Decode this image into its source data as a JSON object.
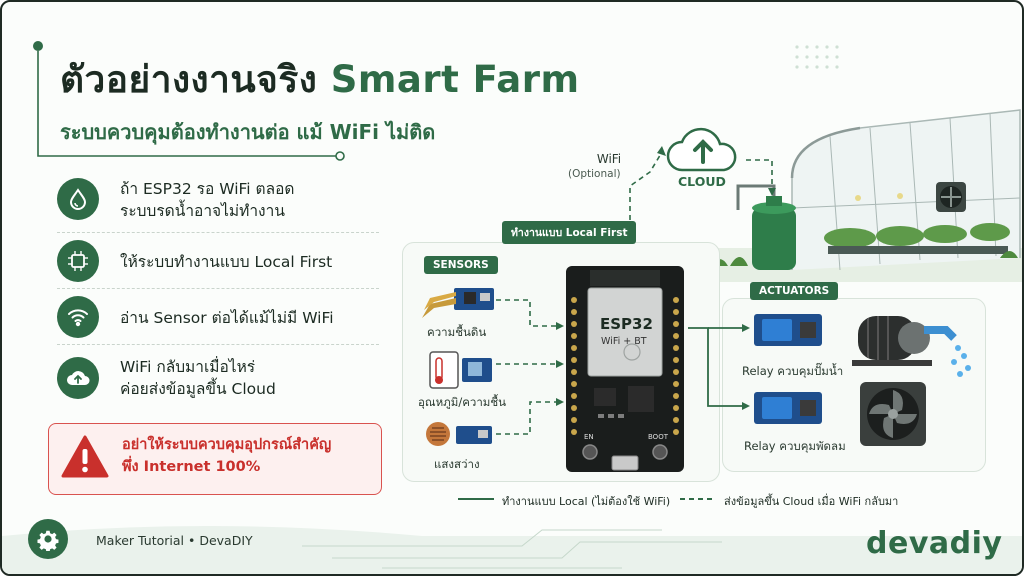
{
  "header": {
    "title_main": "ตัวอย่างงานจริง ",
    "title_accent": "Smart Farm",
    "subtitle": "ระบบควบคุมต้องทำงานต่อ แม้ WiFi ไม่ติด"
  },
  "features": [
    {
      "icon": "water-drop-icon",
      "line1": "ถ้า ESP32 รอ WiFi ตลอด",
      "line2": "ระบบรดน้ำอาจไม่ทำงาน"
    },
    {
      "icon": "chip-icon",
      "line1": "ให้ระบบทำงานแบบ Local First",
      "line2": ""
    },
    {
      "icon": "wifi-icon",
      "line1": "อ่าน Sensor ต่อได้แม้ไม่มี WiFi",
      "line2": ""
    },
    {
      "icon": "cloud-upload-icon",
      "line1": "WiFi กลับมาเมื่อไหร่",
      "line2": "ค่อยส่งข้อมูลขึ้น Cloud"
    }
  ],
  "warning": {
    "icon": "warning-triangle-icon",
    "line1": "อย่าให้ระบบควบคุมอุปกรณ์สำคัญ",
    "line2": "พึ่ง Internet 100%"
  },
  "diagram": {
    "wifi_label": "WiFi",
    "wifi_note": "(Optional)",
    "cloud_label": "CLOUD",
    "local_first_tag": "ทำงานแบบ Local First",
    "sensors_tag": "SENSORS",
    "sensors": [
      {
        "icon": "soil-moisture-sensor-icon",
        "label": "ความชื้นดิน"
      },
      {
        "icon": "temperature-humidity-sensor-icon",
        "label": "อุณหภูมิ/ความชื้น"
      },
      {
        "icon": "light-sensor-icon",
        "label": "แสงสว่าง"
      }
    ],
    "board": {
      "name": "ESP32",
      "sub": "WiFi + BT",
      "btn_left": "EN",
      "btn_right": "BOOT"
    },
    "actuators_tag": "ACTUATORS",
    "actuators": [
      {
        "icon": "water-pump-icon",
        "label": "Relay ควบคุมปั๊มน้ำ"
      },
      {
        "icon": "fan-icon",
        "label": "Relay ควบคุมพัดลม"
      }
    ]
  },
  "legend": {
    "solid": "ทำงานแบบ Local (ไม่ต้องใช้ WiFi)",
    "dashed": "ส่งข้อมูลขึ้น Cloud เมื่อ WiFi กลับมา"
  },
  "footer": {
    "tutorial": "Maker Tutorial",
    "dot": "•",
    "channel": "DevaDIY",
    "brand": "devadiy"
  },
  "colors": {
    "primary": "#2f6b47",
    "danger": "#c9302c",
    "text": "#1c2b22"
  }
}
